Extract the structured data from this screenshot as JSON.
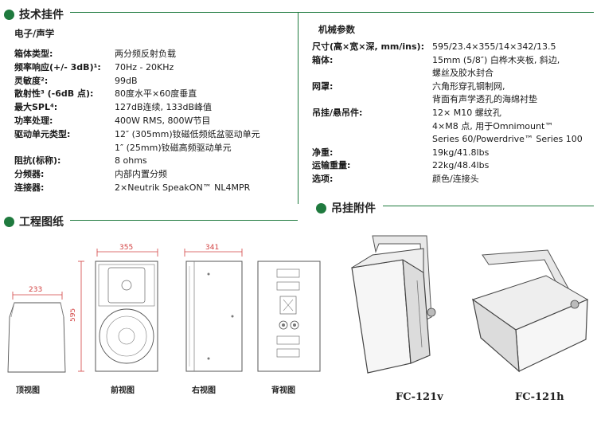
{
  "sections": {
    "tech": "技术挂件",
    "drawings": "工程图纸",
    "mounting": "吊挂附件"
  },
  "acoustics": {
    "title": "电子/声学",
    "rows": [
      {
        "label": "箱体类型:",
        "value": "两分频反射负载"
      },
      {
        "label": "频率响应(+/- 3dB)¹:",
        "value": "70Hz - 20KHz"
      },
      {
        "label": "灵敏度²:",
        "value": "99dB"
      },
      {
        "label": "散射性³ (-6dB 点):",
        "value": "80度水平×60度垂直"
      },
      {
        "label": "最大SPL⁴:",
        "value": "127dB连续, 133dB峰值"
      },
      {
        "label": "功率处理:",
        "value": "400W RMS, 800W节目"
      },
      {
        "label": "驱动单元类型:",
        "value": "12″ (305mm)钕磁低频纸盆驱动单元"
      },
      {
        "label": "",
        "value": "1″ (25mm)钕磁高频驱动单元"
      },
      {
        "label": "阻抗(标称):",
        "value": "8 ohms"
      },
      {
        "label": "分频器:",
        "value": "内部内置分频"
      },
      {
        "label": "连接器:",
        "value": "2×Neutrik SpeakON™ NL4MPR"
      }
    ]
  },
  "mechanical": {
    "title": "机械参数",
    "rows": [
      {
        "label": "尺寸(高×宽×深, mm/ins):",
        "value": "595/23.4×355/14×342/13.5"
      },
      {
        "label": "箱体:",
        "value": "15mm (5/8″) 白桦木夹板, 斜边,"
      },
      {
        "label": "",
        "value": "螺丝及胶水封合"
      },
      {
        "label": "网罩:",
        "value": "六角形穿孔钢制网,"
      },
      {
        "label": "",
        "value": "背面有声学透孔的海绵衬垫"
      },
      {
        "label": "吊挂/悬吊件:",
        "value": "12× M10 螺纹孔"
      },
      {
        "label": "",
        "value": "4×M8 点, 用于Omnimount™"
      },
      {
        "label": "",
        "value": "Series 60/Powerdrive™ Series 100"
      },
      {
        "label": "净重:",
        "value": "19kg/41.8lbs"
      },
      {
        "label": "运输重量:",
        "value": "22kg/48.4lbs"
      },
      {
        "label": "选项:",
        "value": "颜色/连接头"
      }
    ]
  },
  "views": {
    "top": {
      "label": "顶视图",
      "dim": "233"
    },
    "front": {
      "label": "前视图",
      "dim_w": "355",
      "dim_h": "595"
    },
    "side": {
      "label": "右视图",
      "dim": "341"
    },
    "back": {
      "label": "背视图"
    }
  },
  "products": {
    "v": "FC-121v",
    "h": "FC-121h"
  }
}
